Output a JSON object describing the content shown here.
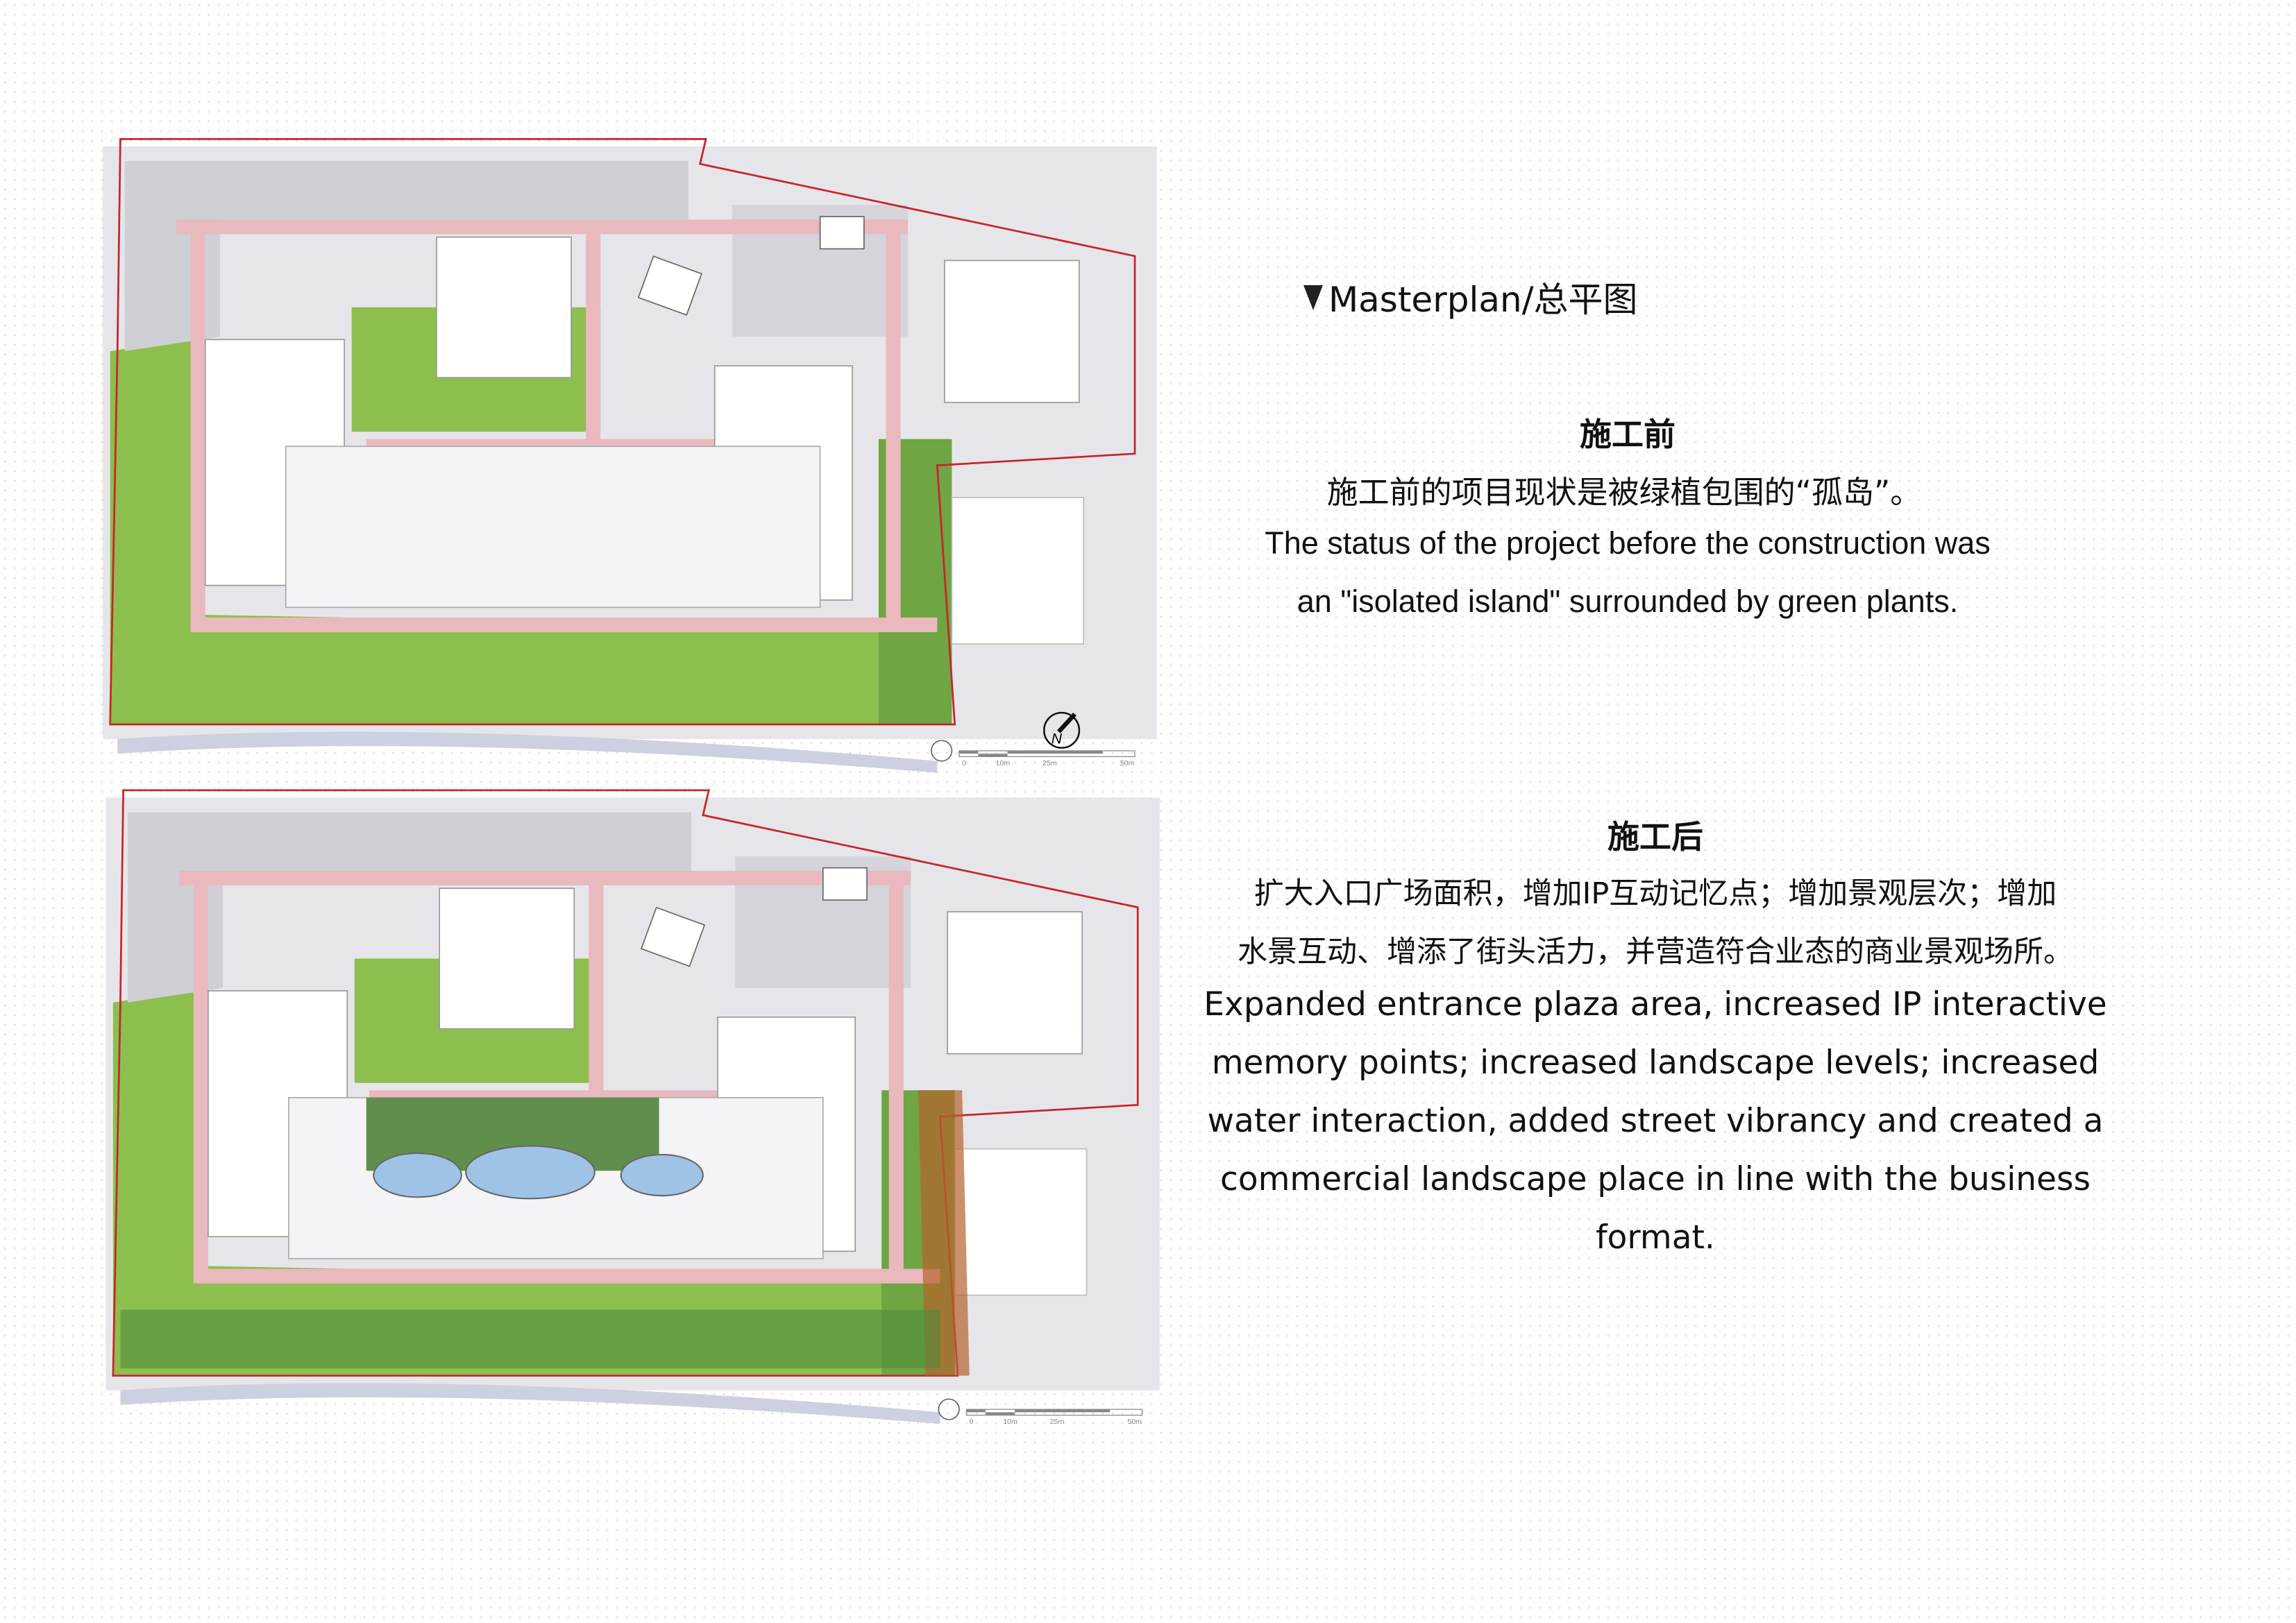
{
  "title": "Masterplan/总平图",
  "before": {
    "heading": "施工前",
    "lines": [
      "施工前的项目现状是被绿植包围的“孤岛”。",
      "The status of the project before the construction was",
      "an \"isolated island\" surrounded by green plants."
    ]
  },
  "after": {
    "heading": "施工后",
    "lines": [
      "扩大入口广场面积，增加IP互动记忆点；增加景观层次；增加",
      "水景互动、增添了街头活力，并营造符合业态的商业景观场所。",
      "Expanded entrance plaza area, increased IP interactive",
      "memory points; increased landscape levels; increased",
      "water interaction, added street vibrancy and created a",
      "commercial landscape place in line with the business",
      "format."
    ]
  },
  "scale_bar": {
    "labels": [
      "0",
      "10m",
      "25m",
      "50m"
    ]
  },
  "north_label": "N",
  "colors": {
    "boundary": "#c8242b",
    "green": "#8cbf4e",
    "dark_green": "#4f8a3a",
    "road": "#e9b9bd",
    "water": "#9fc3e6",
    "paving": "#d9d9de"
  }
}
